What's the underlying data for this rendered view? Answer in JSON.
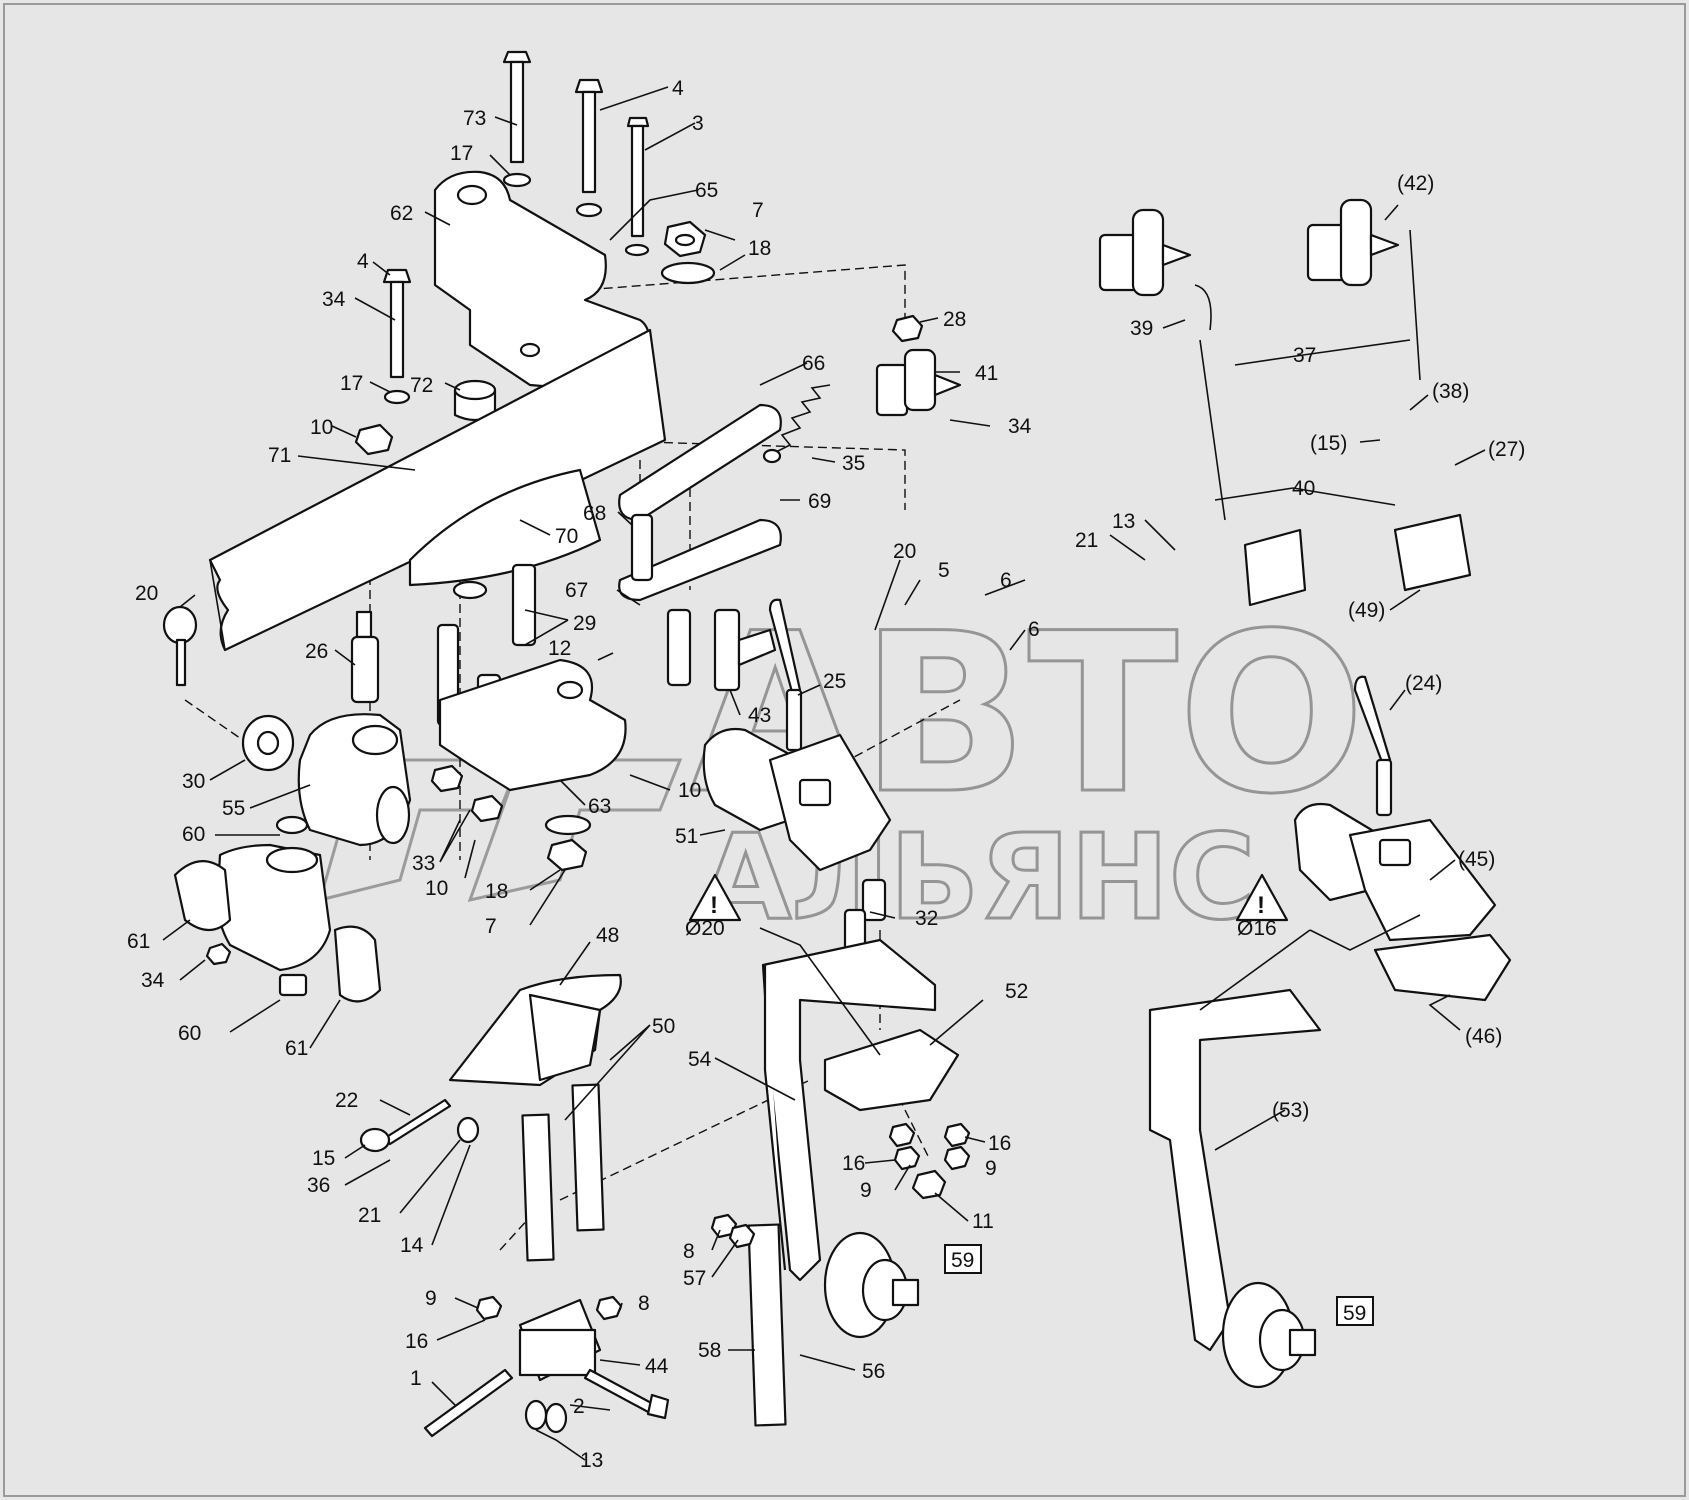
{
  "watermark": {
    "line1": "АВТО",
    "line2": "АЛЬЯНС"
  },
  "diameter_labels": [
    {
      "id": "d20",
      "text": "Ø20"
    },
    {
      "id": "d16",
      "text": "Ø16"
    }
  ],
  "callouts": [
    {
      "id": "c73",
      "text": "73"
    },
    {
      "id": "c4a",
      "text": "4"
    },
    {
      "id": "c3",
      "text": "3"
    },
    {
      "id": "c17a",
      "text": "17"
    },
    {
      "id": "c65",
      "text": "65"
    },
    {
      "id": "c7a",
      "text": "7"
    },
    {
      "id": "c62",
      "text": "62"
    },
    {
      "id": "c18a",
      "text": "18"
    },
    {
      "id": "c4b",
      "text": "4"
    },
    {
      "id": "c34a",
      "text": "34"
    },
    {
      "id": "c17b",
      "text": "17"
    },
    {
      "id": "c72",
      "text": "72"
    },
    {
      "id": "c10a",
      "text": "10"
    },
    {
      "id": "c71",
      "text": "71"
    },
    {
      "id": "c28",
      "text": "28"
    },
    {
      "id": "c66",
      "text": "66"
    },
    {
      "id": "c41",
      "text": "41"
    },
    {
      "id": "c34b",
      "text": "34"
    },
    {
      "id": "c35",
      "text": "35"
    },
    {
      "id": "c69",
      "text": "69"
    },
    {
      "id": "c68",
      "text": "68"
    },
    {
      "id": "c70",
      "text": "70"
    },
    {
      "id": "c20a",
      "text": "20"
    },
    {
      "id": "c67",
      "text": "67"
    },
    {
      "id": "c29",
      "text": "29"
    },
    {
      "id": "c26",
      "text": "26"
    },
    {
      "id": "c12",
      "text": "12"
    },
    {
      "id": "c20b",
      "text": "20"
    },
    {
      "id": "c5",
      "text": "5"
    },
    {
      "id": "c6a",
      "text": "6"
    },
    {
      "id": "c6b",
      "text": "6"
    },
    {
      "id": "c25",
      "text": "25"
    },
    {
      "id": "c43",
      "text": "43"
    },
    {
      "id": "c30",
      "text": "30"
    },
    {
      "id": "c55",
      "text": "55"
    },
    {
      "id": "c10b",
      "text": "10"
    },
    {
      "id": "c63",
      "text": "63"
    },
    {
      "id": "c51",
      "text": "51"
    },
    {
      "id": "c60a",
      "text": "60"
    },
    {
      "id": "c33",
      "text": "33"
    },
    {
      "id": "c10c",
      "text": "10"
    },
    {
      "id": "c18b",
      "text": "18"
    },
    {
      "id": "c7b",
      "text": "7"
    },
    {
      "id": "c61a",
      "text": "61"
    },
    {
      "id": "c34c",
      "text": "34"
    },
    {
      "id": "c32",
      "text": "32"
    },
    {
      "id": "c60b",
      "text": "60"
    },
    {
      "id": "c61b",
      "text": "61"
    },
    {
      "id": "c48",
      "text": "48"
    },
    {
      "id": "c50",
      "text": "50"
    },
    {
      "id": "c52",
      "text": "52"
    },
    {
      "id": "c54",
      "text": "54"
    },
    {
      "id": "c22",
      "text": "22"
    },
    {
      "id": "c15",
      "text": "15"
    },
    {
      "id": "c36",
      "text": "36"
    },
    {
      "id": "c21a",
      "text": "21"
    },
    {
      "id": "c14",
      "text": "14"
    },
    {
      "id": "c16a",
      "text": "16"
    },
    {
      "id": "c16b",
      "text": "16"
    },
    {
      "id": "c9a",
      "text": "9"
    },
    {
      "id": "c9b",
      "text": "9"
    },
    {
      "id": "c11",
      "text": "11"
    },
    {
      "id": "c8a",
      "text": "8"
    },
    {
      "id": "c57",
      "text": "57"
    },
    {
      "id": "c59a",
      "text": "59"
    },
    {
      "id": "c9c",
      "text": "9"
    },
    {
      "id": "c8b",
      "text": "8"
    },
    {
      "id": "c16c",
      "text": "16"
    },
    {
      "id": "c44",
      "text": "44"
    },
    {
      "id": "c1",
      "text": "1"
    },
    {
      "id": "c2",
      "text": "2"
    },
    {
      "id": "c58",
      "text": "58"
    },
    {
      "id": "c56",
      "text": "56"
    },
    {
      "id": "c13a",
      "text": "13"
    },
    {
      "id": "c42",
      "text": "(42)"
    },
    {
      "id": "c39",
      "text": "39"
    },
    {
      "id": "c37",
      "text": "37"
    },
    {
      "id": "c38",
      "text": "(38)"
    },
    {
      "id": "c15b",
      "text": "(15)"
    },
    {
      "id": "c27",
      "text": "(27)"
    },
    {
      "id": "c40",
      "text": "40"
    },
    {
      "id": "c13b",
      "text": "13"
    },
    {
      "id": "c21b",
      "text": "21"
    },
    {
      "id": "c49",
      "text": "(49)"
    },
    {
      "id": "c24",
      "text": "(24)"
    },
    {
      "id": "c45",
      "text": "(45)"
    },
    {
      "id": "c46",
      "text": "(46)"
    },
    {
      "id": "c53",
      "text": "(53)"
    },
    {
      "id": "c59b",
      "text": "59"
    }
  ]
}
